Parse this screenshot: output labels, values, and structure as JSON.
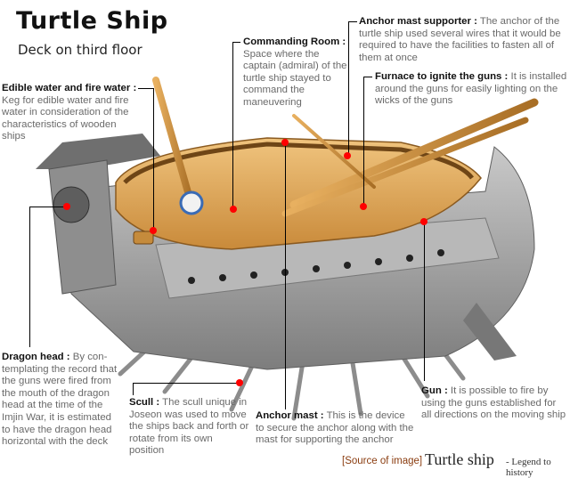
{
  "header": {
    "title": "Turtle Ship",
    "subtitle": "Deck on third floor"
  },
  "annotations": {
    "edible_water": {
      "label": "Edible water and fire water :",
      "text": "Keg for edible water and fire water in consideration of the characteristics of wooden ships"
    },
    "commanding_room": {
      "label": "Commanding Room :",
      "text": "Space where the captain (admiral) of the turtle ship stayed to command the maneuvering"
    },
    "anchor_mast_supporter": {
      "label": "Anchor mast supporter :",
      "text": "The anchor of the turtle ship used several wires that it would be required to have the facilities to fasten all of them at once"
    },
    "furnace": {
      "label": "Furnace to ignite the guns :",
      "text": "It is installed around the guns for easily lighting on the wicks of the guns"
    },
    "dragon_head": {
      "label": "Dragon head :",
      "text": "By con- templating the record that the guns were fired from the mouth of the dragon head at the time of the Imjin War, it is estimated to have the dragon head horizontal with the deck"
    },
    "scull": {
      "label": "Scull :",
      "text": "The scull unique in Joseon was used to move the ships back and forth or rotate from its own position"
    },
    "anchor_mast": {
      "label": "Anchor mast :",
      "text": "This is the device to secure the anchor along with the mast for supporting the anchor"
    },
    "gun": {
      "label": "Gun :",
      "text": "It is possible to fire by using the guns established for all directions on the moving ship"
    }
  },
  "footer": {
    "source_label": "[Source of image]",
    "source_title": "Turtle ship",
    "source_subtitle": "- Legend to history"
  },
  "colors": {
    "marker": "#ff0000",
    "leader_line": "#000000",
    "source_label": "#8a3c0f",
    "wood": "#d99a45",
    "hull": "#9a9a9a"
  }
}
